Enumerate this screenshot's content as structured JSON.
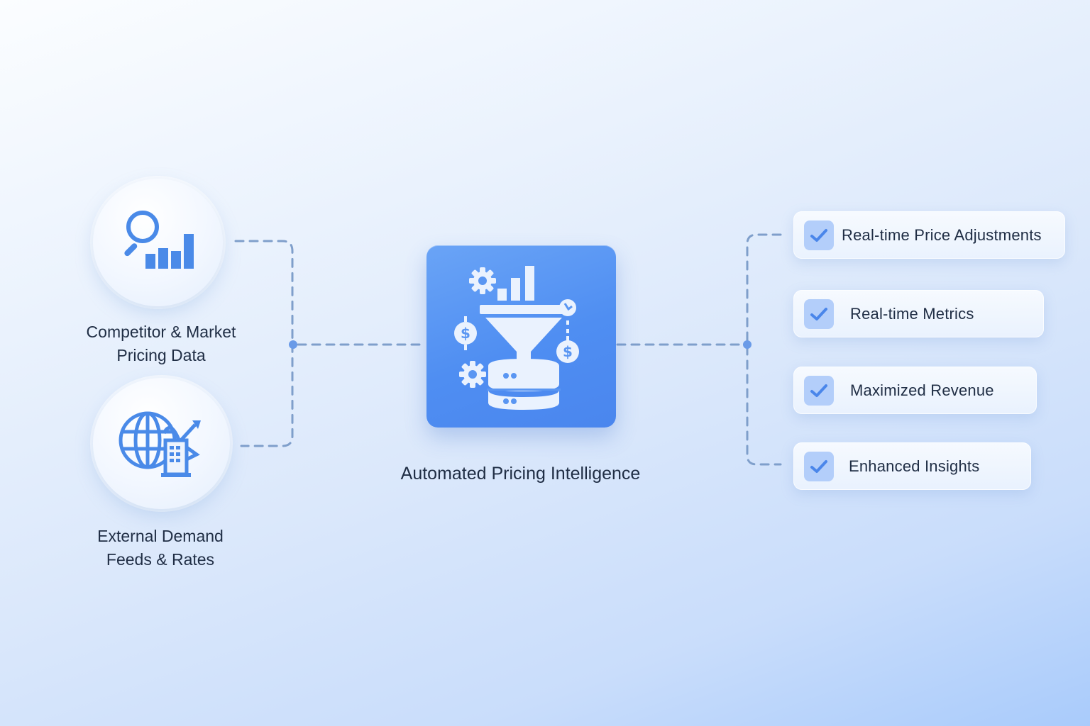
{
  "diagram": {
    "sources": [
      {
        "label_line1": "Competitor & Market",
        "label_line2": "Pricing Data",
        "icon": "magnifier-bar-chart-icon"
      },
      {
        "label_line1": "External Demand",
        "label_line2": "Feeds & Rates",
        "icon": "globe-building-trend-icon"
      }
    ],
    "hub": {
      "label": "Automated Pricing Intelligence",
      "icon": "funnel-database-icon",
      "color": "#4f8ef2"
    },
    "outcomes": [
      {
        "label": "Real-time Price Adjustments",
        "icon": "checkmark-icon"
      },
      {
        "label": "Real-time Metrics",
        "icon": "checkmark-icon"
      },
      {
        "label": "Maximized Revenue",
        "icon": "checkmark-icon"
      },
      {
        "label": "Enhanced Insights",
        "icon": "checkmark-icon"
      }
    ],
    "colors": {
      "accent": "#4f8ef2",
      "icon_blue": "#4a8ae8",
      "connector": "#7f9fcb",
      "text": "#1f2d44",
      "check_bg": "#b3cefa"
    }
  }
}
